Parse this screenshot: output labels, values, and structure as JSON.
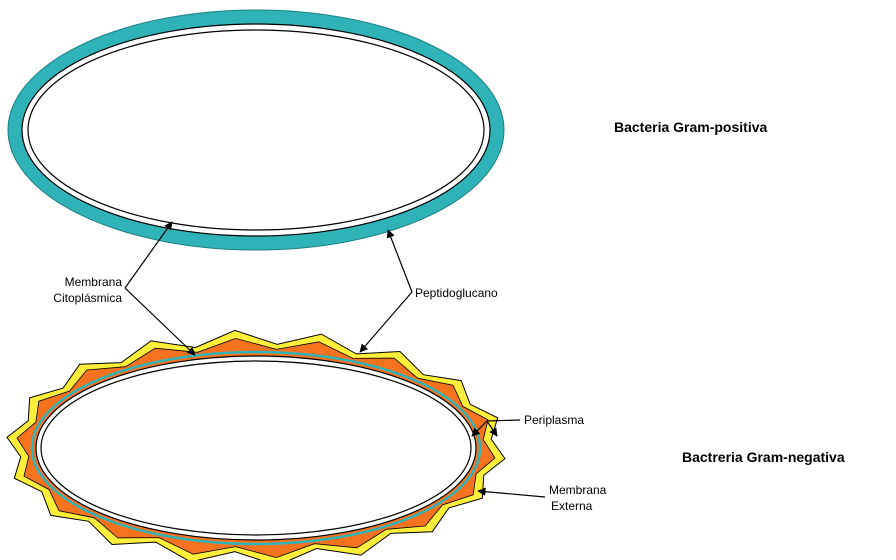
{
  "colors": {
    "peptidoglycan_gram_positive": "#2fb3b8",
    "outer_membrane": "#ffef3a",
    "periplasm": "#f5731f",
    "peptidoglycan_gram_negative": "#2fb3b8",
    "membrane_line": "#000000",
    "background": "#ffffff"
  },
  "labels": {
    "gram_positive": "Bacteria Gram-positiva",
    "gram_negative": "Bactreria Gram-negativa",
    "membrana_citoplasmica_line1": "Membrana",
    "membrana_citoplasmica_line2": "Citoplásmica",
    "peptidoglucano": "Peptidoglucano",
    "periplasma": "Periplasma",
    "membrana_externa_line1": "Membrana",
    "membrana_externa_line2": "Externa"
  }
}
